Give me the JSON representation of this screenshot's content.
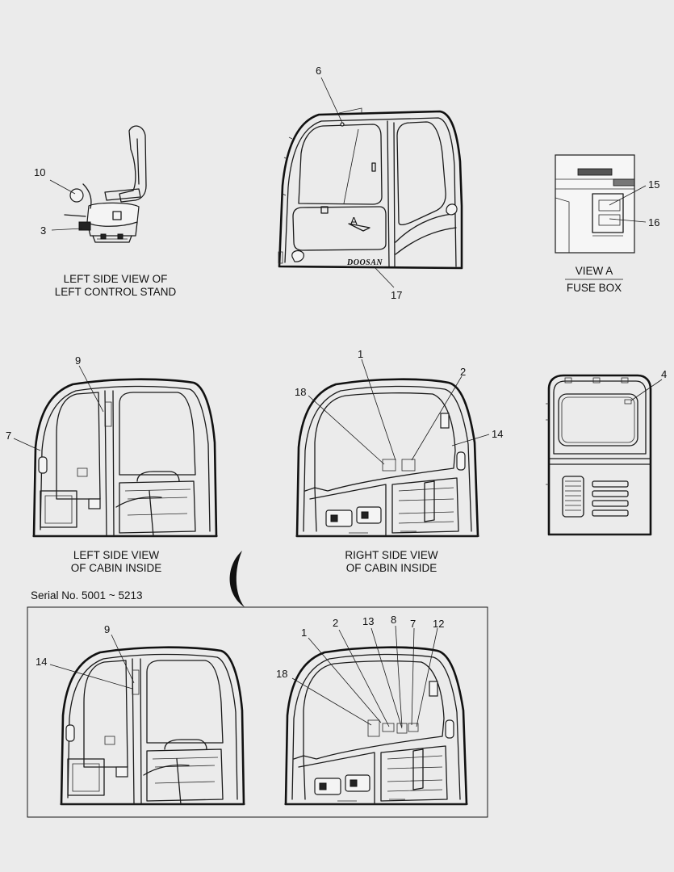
{
  "captions": {
    "control_stand_line1": "LEFT SIDE VIEW OF",
    "control_stand_line2": "LEFT CONTROL STAND",
    "view_a_line1": "VIEW   A",
    "view_a_line2": "FUSE BOX",
    "left_inside_line1": "LEFT SIDE VIEW",
    "left_inside_line2": "OF CABIN INSIDE",
    "right_inside_line1": "RIGHT SIDE VIEW",
    "right_inside_line2": "OF CABIN INSIDE",
    "serial": "Serial No. 5001 ~ 5213"
  },
  "view_marker": "A",
  "brand_text": "DOOSAN",
  "callouts": {
    "stand": [
      "10",
      "3"
    ],
    "exterior": [
      "6",
      "17"
    ],
    "fuse_box": [
      "15",
      "16"
    ],
    "left_inside": [
      "9",
      "7"
    ],
    "right_inside": [
      "1",
      "2",
      "18",
      "14"
    ],
    "rear": [
      "4"
    ],
    "serial_left": [
      "9",
      "14"
    ],
    "serial_right": [
      "1",
      "2",
      "13",
      "8",
      "7",
      "12",
      "18"
    ]
  }
}
